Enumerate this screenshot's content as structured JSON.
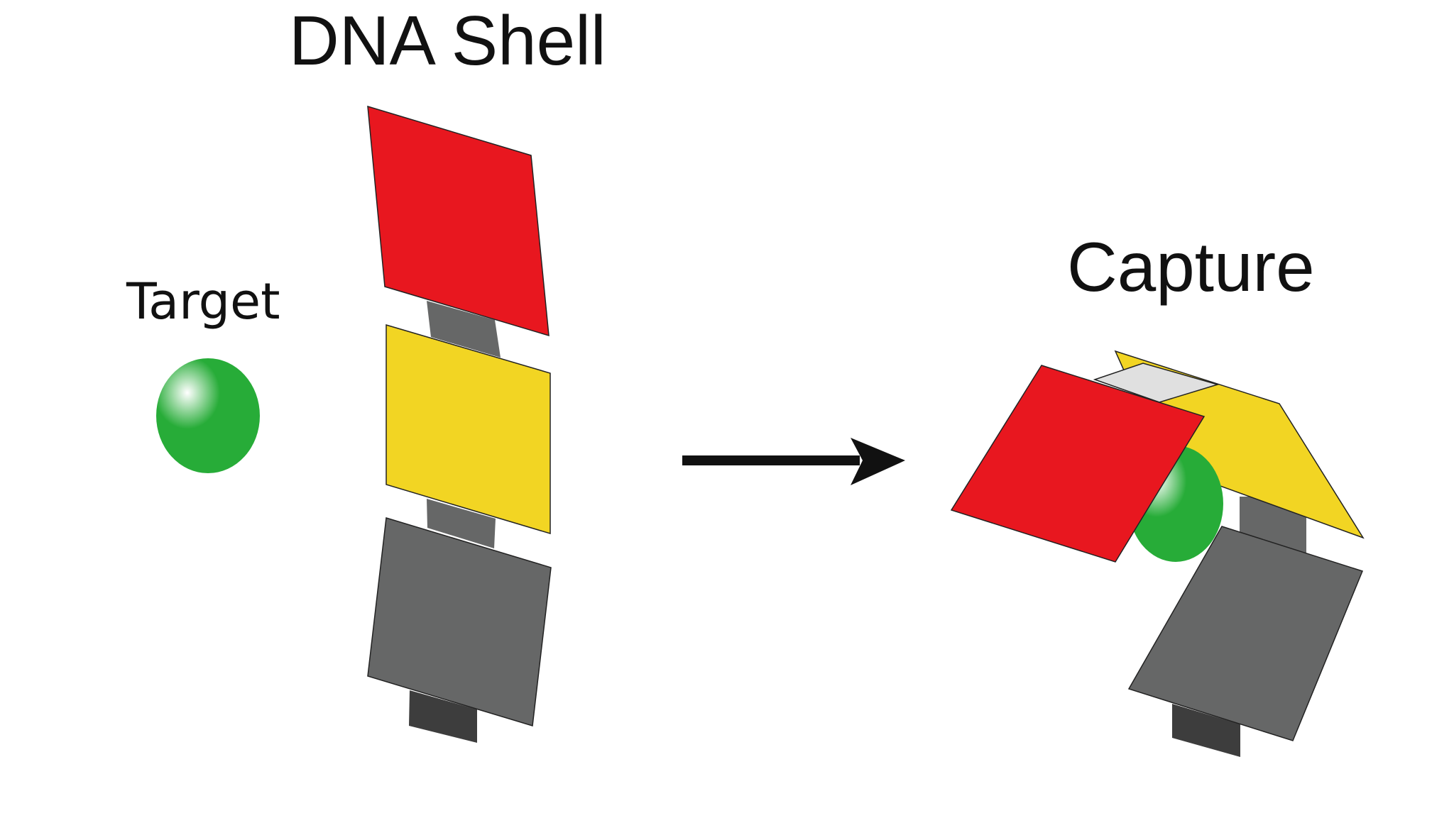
{
  "labels": {
    "shell": "DNA Shell",
    "target": "Target",
    "capture": "Capture"
  },
  "colors": {
    "red": "#e8171f",
    "yellow": "#f2d523",
    "gray": "#666767",
    "dark_gray": "#3d3d3d",
    "light_gray": "#e0e0e0",
    "green": "#27ac38"
  }
}
